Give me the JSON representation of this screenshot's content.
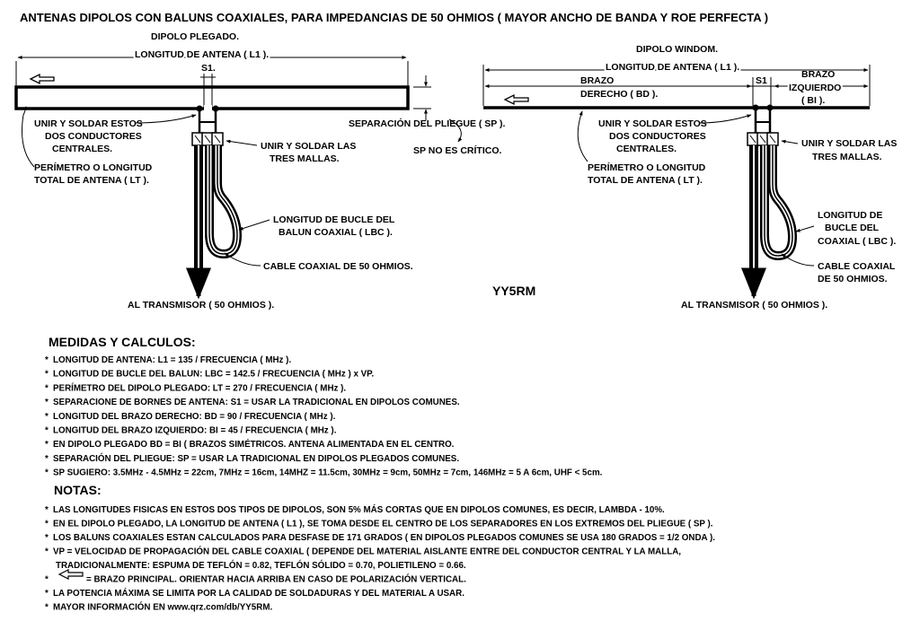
{
  "title": "ANTENAS DIPOLOS CON BALUNS COAXIALES, PARA IMPEDANCIAS DE 50 OHMIOS ( MAYOR ANCHO DE BANDA Y ROE PERFECTA )",
  "author": "YY5RM",
  "folded": {
    "heading": "DIPOLO PLEGADO.",
    "l1": "LONGITUD DE ANTENA ( L1 ).",
    "s1": "S1.",
    "sp": "SEPARACIÓN DEL PLIEGUE ( SP ).",
    "sp_note": "SP NO ES CRÍTICO.",
    "solder_center": [
      "UNIR Y SOLDAR ESTOS",
      "DOS CONDUCTORES",
      "CENTRALES."
    ],
    "perimeter": [
      "PERÍMETRO O LONGITUD",
      "TOTAL DE ANTENA ( LT )."
    ],
    "solder_shields": [
      "UNIR Y SOLDAR LAS",
      "TRES MALLAS."
    ],
    "loop": [
      "LONGITUD DE BUCLE DEL",
      "BALUN COAXIAL ( LBC )."
    ],
    "cable": "CABLE COAXIAL DE 50 OHMIOS.",
    "tx": "AL TRANSMISOR ( 50 OHMIOS )."
  },
  "windom": {
    "heading": "DIPOLO WINDOM.",
    "l1": "LONGITUD DE ANTENA ( L1 ).",
    "s1": "S1",
    "right_arm": [
      "BRAZO",
      "DERECHO ( BD )."
    ],
    "left_arm": [
      "BRAZO",
      "IZQUIERDO",
      "( BI )."
    ],
    "solder_center": [
      "UNIR Y SOLDAR ESTOS",
      "DOS CONDUCTORES",
      "CENTRALES."
    ],
    "perimeter": [
      "PERÍMETRO O LONGITUD",
      "TOTAL DE ANTENA ( LT )."
    ],
    "solder_shields": [
      "UNIR Y SOLDAR LAS",
      "TRES MALLAS."
    ],
    "loop": [
      "LONGITUD DE",
      "BUCLE DEL",
      "COAXIAL ( LBC )."
    ],
    "cable": [
      "CABLE COAXIAL",
      "DE 50 OHMIOS."
    ],
    "tx": "AL TRANSMISOR ( 50 OHMIOS )."
  },
  "measures": {
    "heading": "MEDIDAS Y CALCULOS:",
    "items": [
      "LONGITUD DE ANTENA: L1 = 135 / FRECUENCIA ( MHz ).",
      "LONGITUD DE BUCLE DEL BALUN: LBC = 142.5 / FRECUENCIA ( MHz ) x VP.",
      "PERÍMETRO DEL DIPOLO PLEGADO: LT = 270 / FRECUENCIA ( MHz ).",
      "SEPARACIONE DE BORNES DE ANTENA: S1 = USAR LA TRADICIONAL EN DIPOLOS COMUNES.",
      "LONGITUD DEL BRAZO DERECHO: BD = 90 / FRECUENCIA ( MHz ).",
      "LONGITUD DEL BRAZO IZQUIERDO: BI = 45 / FRECUENCIA ( MHz ).",
      "EN DIPOLO PLEGADO BD = BI ( BRAZOS SIMÉTRICOS. ANTENA ALIMENTADA EN EL CENTRO.",
      "SEPARACIÓN DEL PLIEGUE: SP = USAR LA TRADICIONAL EN DIPOLOS PLEGADOS COMUNES.",
      "SP SUGIERO: 3.5MHz - 4.5MHz = 22cm, 7MHz = 16cm, 14MHZ = 11.5cm, 30MHz = 9cm, 50MHz = 7cm, 146MHz = 5 A 6cm, UHF < 5cm."
    ]
  },
  "notes": {
    "heading": "NOTAS:",
    "items": [
      "LAS LONGITUDES FISICAS EN ESTOS DOS TIPOS DE DIPOLOS, SON 5% MÁS CORTAS QUE EN DIPOLOS COMUNES, ES DECIR, LAMBDA - 10%.",
      "EN EL DIPOLO PLEGADO, LA LONGITUD DE ANTENA ( L1 ), SE TOMA DESDE EL CENTRO DE LOS SEPARADORES EN LOS EXTREMOS DEL PLIEGUE ( SP ).",
      "LOS BALUNS COAXIALES ESTAN CALCULADOS PARA DESFASE DE 171 GRADOS ( EN DIPOLOS PLEGADOS COMUNES SE USA 180 GRADOS = 1/2 ONDA ).",
      "VP = VELOCIDAD DE PROPAGACIÓN DEL CABLE COAXIAL ( DEPENDE DEL MATERIAL AISLANTE ENTRE DEL CONDUCTOR CENTRAL Y LA MALLA,",
      "TRADICIONALMENTE: ESPUMA DE TEFLÓN = 0.82, TEFLÓN SÓLIDO = 0.70, POLIETILENO = 0.66.",
      "= BRAZO PRINCIPAL. ORIENTAR HACIA ARRIBA EN CASO DE POLARIZACIÓN VERTICAL.",
      "LA POTENCIA MÁXIMA SE LIMITA POR LA CALIDAD DE SOLDADURAS Y DEL MATERIAL A USAR.",
      "MAYOR INFORMACIÓN EN www.qrz.com/db/YY5RM."
    ]
  },
  "bullet": "*"
}
